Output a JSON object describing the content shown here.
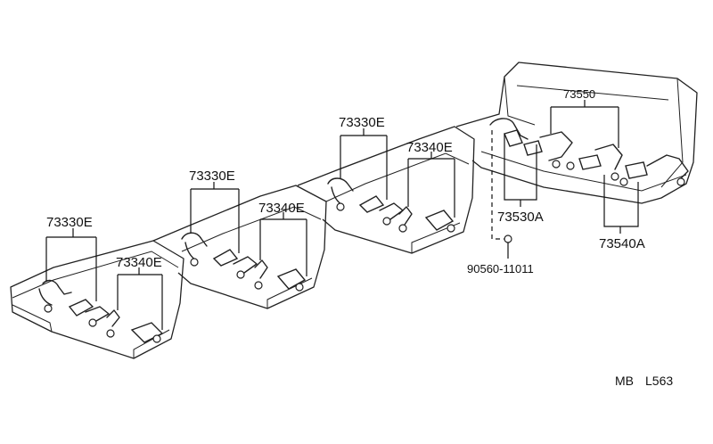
{
  "callouts": {
    "seat1_retractor": "73330E",
    "seat1_buckle": "73340E",
    "seat2_retractor": "73330E",
    "seat2_buckle": "73340E",
    "seat3_retractor": "73330E",
    "seat3_buckle": "73340E",
    "rear_upper": "73550",
    "rear_left": "73530A",
    "rear_right": "73540A",
    "bolt": "90560-11011"
  },
  "figure_code": {
    "prefix": "MB",
    "number": "L563"
  }
}
